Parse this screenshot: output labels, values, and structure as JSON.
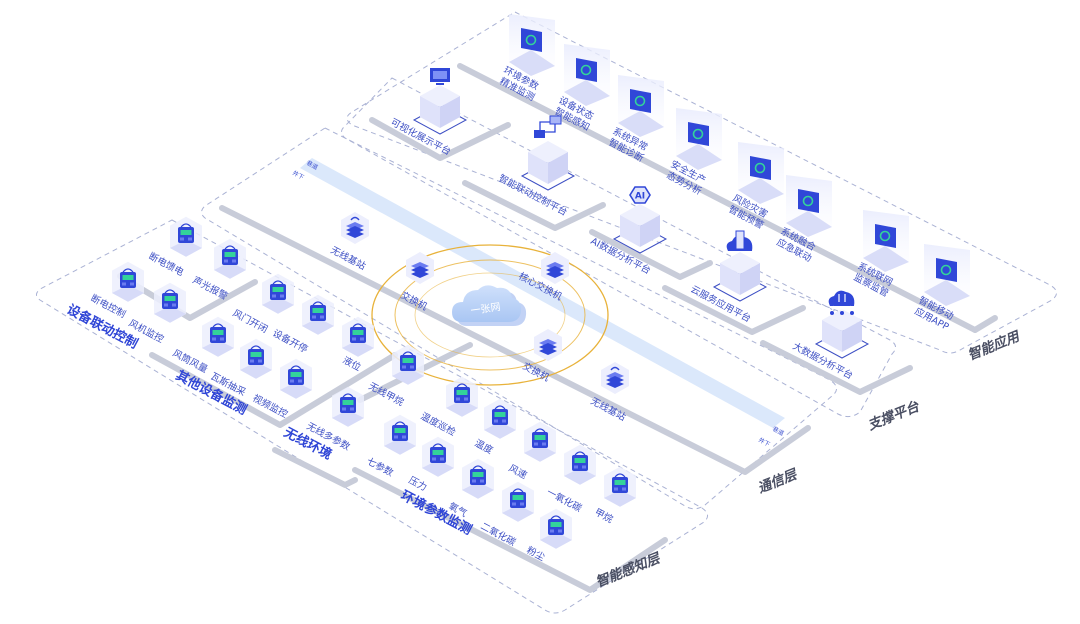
{
  "title": "一张网 系统架构图",
  "colors": {
    "accent": "#2f45d6",
    "label": "#3d4fc4",
    "layer_label": "#4a4f63",
    "ring": "#e8b23a",
    "tunnel": "#dbe8fb",
    "cube_top": "#eef0fd",
    "cube_left": "#dfe2fa",
    "cube_right": "#cfd3f5",
    "screen": "#3047d8",
    "screen_glyph": "#33d39a"
  },
  "layers": {
    "app": "智能应用",
    "platform": "支撑平台",
    "comm": "通信层",
    "sense": "智能感知层"
  },
  "apps": [
    {
      "l1": "环境参数",
      "l2": "精准监测",
      "icon": "cloud-refresh-icon"
    },
    {
      "l1": "设备状态",
      "l2": "智能感知",
      "icon": "scan-icon"
    },
    {
      "l1": "系统异常",
      "l2": "智能诊断",
      "icon": "alarm-icon"
    },
    {
      "l1": "安全生产",
      "l2": "态势分析",
      "icon": "chart-icon"
    },
    {
      "l1": "风险灾害",
      "l2": "智能预警",
      "icon": "warning-icon"
    },
    {
      "l1": "系统融合",
      "l2": "应急联动",
      "icon": "sync-icon"
    },
    {
      "l1": "系统联网",
      "l2": "监察监管",
      "icon": "network-icon"
    },
    {
      "l1": "智能移动",
      "l2": "应用APP",
      "icon": "mobile-app-icon"
    }
  ],
  "platforms": [
    {
      "label": "可视化展示平台",
      "icon": "monitor-icon"
    },
    {
      "label": "智能联动控制平台",
      "icon": "linked-screens-icon"
    },
    {
      "label": "AI数据分析平台",
      "icon": "ai-chip-icon",
      "badge": "AI"
    },
    {
      "label": "云服务应用平台",
      "icon": "cloud-server-icon"
    },
    {
      "label": "大数据分析平台",
      "icon": "bigdata-cloud-icon"
    }
  ],
  "network": {
    "cloud_label": "一张网",
    "tunnel_top_a": "巷道",
    "tunnel_top_b": "井下",
    "tunnel_bottom_a": "巷道",
    "tunnel_bottom_b": "井下",
    "nodes": [
      {
        "label": "无线基站",
        "icon": "wireless-base-station-icon"
      },
      {
        "label": "交换机",
        "icon": "switch-icon"
      },
      {
        "label": "核心交换机",
        "icon": "core-switch-icon"
      },
      {
        "label": "交换机",
        "icon": "switch-icon"
      },
      {
        "label": "无线基站",
        "icon": "wireless-base-station-icon"
      }
    ]
  },
  "groups": {
    "linkage": {
      "title": "设备联动控制",
      "items": [
        "断电馈电",
        "声光报警",
        "断电控制",
        "风机监控"
      ]
    },
    "other": {
      "title": "其他设备监测",
      "items": [
        "风门开闭",
        "设备开停",
        "液位",
        "风筒风量",
        "瓦斯抽采",
        "视频监控"
      ]
    },
    "wireless": {
      "title": "无线环境",
      "items": [
        "无线甲烷",
        "无线多参数"
      ]
    },
    "env": {
      "title": "环境参数监测",
      "items": [
        "温度巡检",
        "温度",
        "风速",
        "一氧化碳",
        "甲烷",
        "七参数",
        "压力",
        "氧气",
        "二氧化碳",
        "粉尘"
      ]
    }
  }
}
